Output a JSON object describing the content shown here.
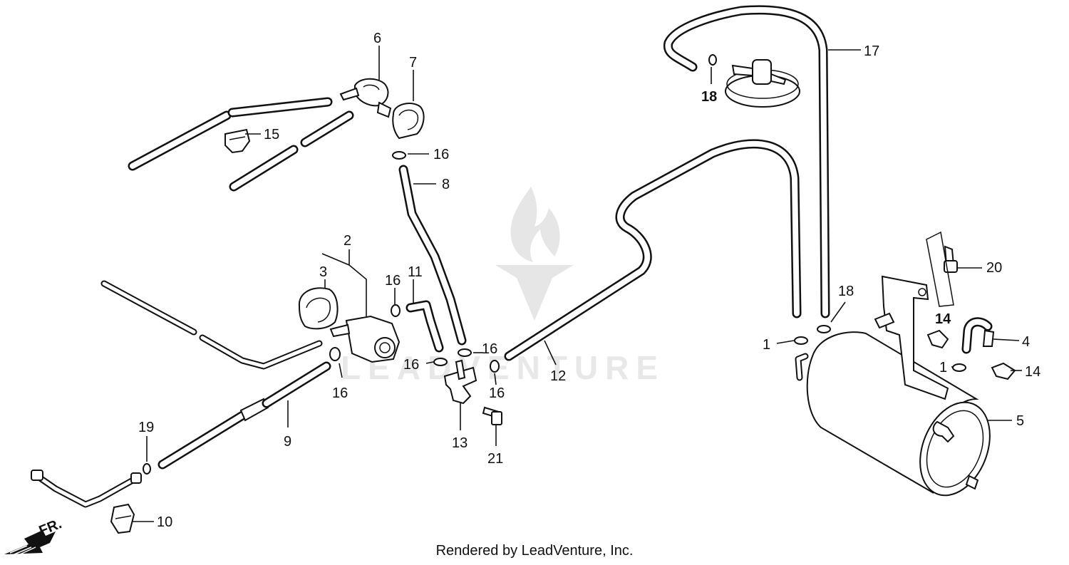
{
  "diagram": {
    "watermark": "LEADVENTURE",
    "footer": "Rendered by LeadVenture, Inc.",
    "direction_marker": "FR.",
    "callouts": [
      {
        "id": "c6",
        "text": "6"
      },
      {
        "id": "c7",
        "text": "7"
      },
      {
        "id": "c15",
        "text": "15"
      },
      {
        "id": "c16a",
        "text": "16"
      },
      {
        "id": "c8",
        "text": "8"
      },
      {
        "id": "c2",
        "text": "2"
      },
      {
        "id": "c3",
        "text": "3"
      },
      {
        "id": "c16b",
        "text": "16"
      },
      {
        "id": "c11",
        "text": "11"
      },
      {
        "id": "c16c",
        "text": "16"
      },
      {
        "id": "c16d",
        "text": "16"
      },
      {
        "id": "c16e",
        "text": "16"
      },
      {
        "id": "c16f",
        "text": "16"
      },
      {
        "id": "c9",
        "text": "9"
      },
      {
        "id": "c13",
        "text": "13"
      },
      {
        "id": "c21",
        "text": "21"
      },
      {
        "id": "c12",
        "text": "12"
      },
      {
        "id": "c19",
        "text": "19"
      },
      {
        "id": "c10",
        "text": "10"
      },
      {
        "id": "c17",
        "text": "17"
      },
      {
        "id": "c18a",
        "text": "18"
      },
      {
        "id": "c18b",
        "text": "18"
      },
      {
        "id": "c20",
        "text": "20"
      },
      {
        "id": "c14a",
        "text": "14"
      },
      {
        "id": "c4",
        "text": "4"
      },
      {
        "id": "c1a",
        "text": "1"
      },
      {
        "id": "c1b",
        "text": "1"
      },
      {
        "id": "c14b",
        "text": "14"
      },
      {
        "id": "c5",
        "text": "5"
      }
    ]
  }
}
